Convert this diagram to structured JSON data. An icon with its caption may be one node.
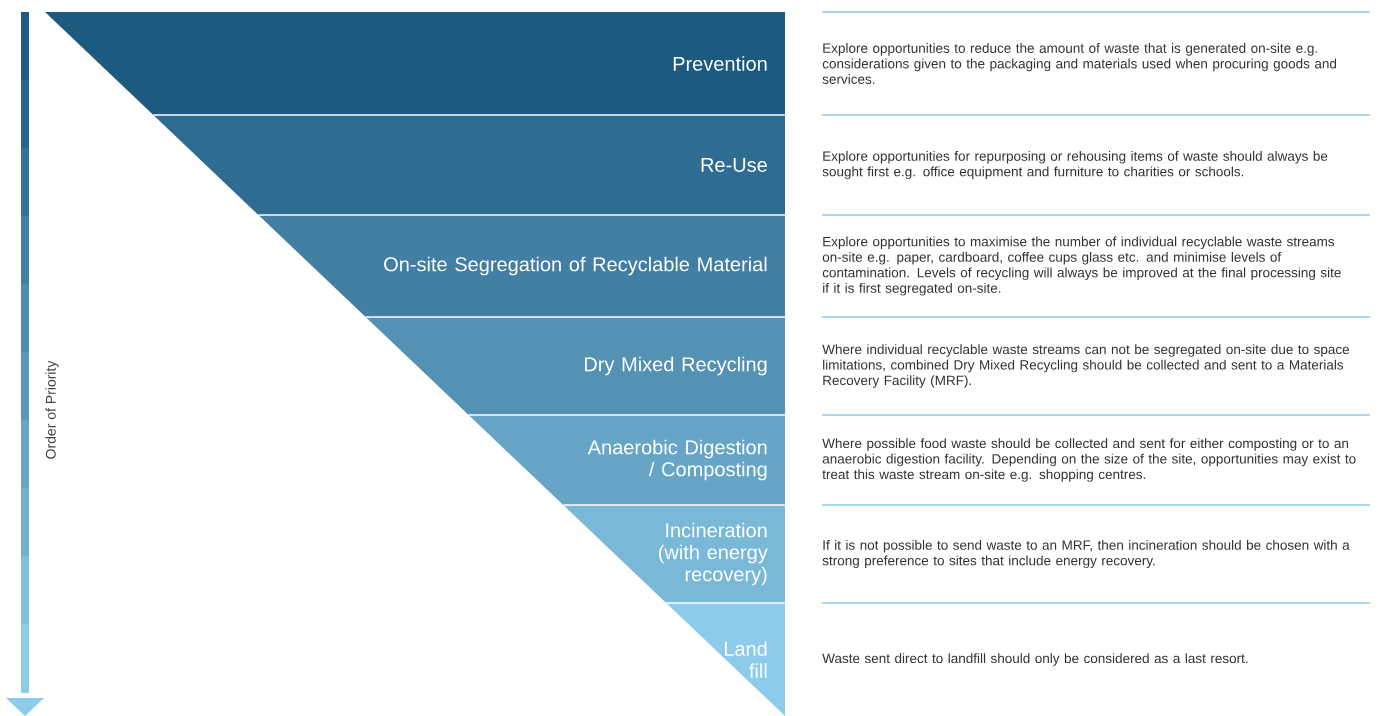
{
  "diagram": {
    "nodes": [
      {
        "text": [
          "Prevention"
        ],
        "beside": [
          "Explore opportunities to reduce the amount of waste that is generated on-site e.g. considerations given to the packaging and materials used when procuring goods and services."
        ]
      },
      {
        "text": [
          "Re-Use"
        ],
        "beside": [
          "Explore opportunities for repurposing or rehousing items of waste should always be sought first e.g. office equipment and furniture to charities or schools."
        ]
      },
      {
        "text": [
          "On-site Segregation of Recyclable Material"
        ],
        "beside": [
          "Explore opportunities to maximise the number of individual recyclable waste streams on-site e.g. paper, cardboard, coffee cups glass etc. and minimise levels of contamination. Levels of recycling will always be improved at the final processing site if it is first segregated on-site."
        ]
      },
      {
        "text": [
          "Dry Mixed Recycling"
        ],
        "beside": [
          "Where individual recyclable waste streams can not be segregated on-site due to space limitations, combined Dry Mixed Recycling should be collected and sent to a Materials Recovery Facility (MRF)."
        ]
      },
      {
        "text": [
          "Anaerobic Digestion / Composting"
        ],
        "beside": [
          "Where possible food waste should be collected and sent for either composting or to an anaerobic digestion facility. Depending on the size of the site, opportunities may exist to treat this waste stream on-site e.g. shopping centres."
        ]
      },
      {
        "text": [
          "Incineration (with energy recovery)"
        ],
        "beside": [
          "If it is not possible to send waste to an MRF, then incineration should be chosen with a strong preference to sites that include energy recovery."
        ]
      },
      {
        "text": [
          "Land fill"
        ],
        "beside": [
          "Waste sent direct to landfill should only be considered as a last resort."
        ]
      }
    ],
    "labels": [
      "Order of Priority"
    ]
  }
}
